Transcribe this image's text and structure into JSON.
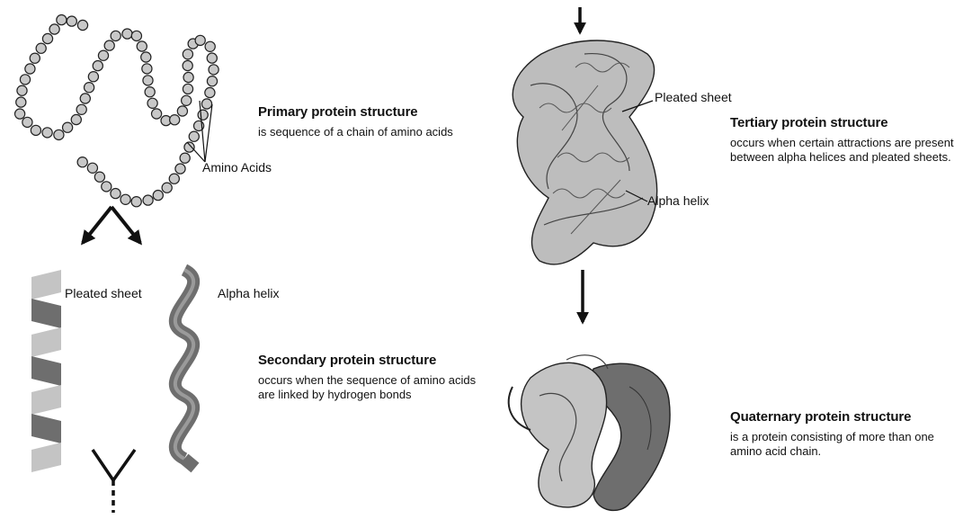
{
  "primary": {
    "title": "Primary protein structure",
    "description": "is sequence of a chain of amino acids",
    "label_amino": "Amino Acids"
  },
  "secondary": {
    "title": "Secondary protein structure",
    "description": "occurs when the sequence of amino acids\nare linked by hydrogen bonds",
    "label_sheet": "Pleated sheet",
    "label_helix": "Alpha helix"
  },
  "tertiary": {
    "title": "Tertiary protein structure",
    "description": "occurs when certain attractions are present\nbetween alpha helices and pleated sheets.",
    "label_sheet": "Pleated sheet",
    "label_helix": "Alpha helix"
  },
  "quaternary": {
    "title": "Quaternary protein structure",
    "description": "is a protein consisting of more than one\namino acid chain."
  },
  "colors": {
    "bead_fill": "#c8c8c8",
    "ribbon_light": "#c4c4c4",
    "ribbon_dark": "#6e6e6e",
    "ink": "#111111"
  }
}
